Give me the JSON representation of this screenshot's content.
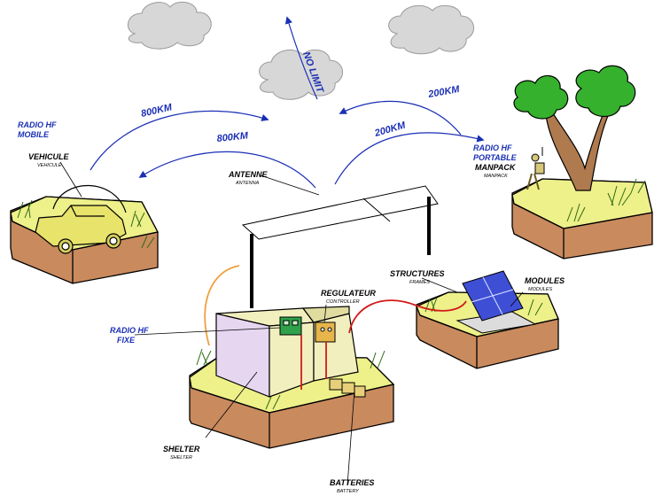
{
  "links": {
    "vehicle_up": "800KM",
    "vehicle_down": "800KM",
    "sky": "NO LIMIT",
    "portable_up": "200KM",
    "portable_down": "200KM"
  },
  "labels": {
    "radio_mobile_1": "RADIO HF",
    "radio_mobile_2": "MOBILE",
    "vehicle": "VEHICULE",
    "vehicle_sub": "VEHICULE",
    "antenna": "ANTENNE",
    "antenna_sub": "ANTENNA",
    "radio_portable_1": "RADIO HF",
    "radio_portable_2": "PORTABLE",
    "manpack": "MANPACK",
    "manpack_sub": "MANPACK",
    "structures": "STRUCTURES",
    "structures_sub": "FRAMES",
    "modules": "MODULES",
    "modules_sub": "MODULES",
    "regulator": "REGULATEUR",
    "regulator_sub": "CONTROLLER",
    "radio_fixed_1": "RADIO HF",
    "radio_fixed_2": "FIXE",
    "shelter": "SHELTER",
    "shelter_sub": "SHELTER",
    "batteries": "BATTERIES",
    "batteries_sub": "BATTERY"
  },
  "colors": {
    "link_blue": "#1a2fb5",
    "ground_top": "#eef08a",
    "ground_side": "#c98a5e",
    "grass": "#4f9e2a",
    "tree_leaves": "#35b12d",
    "tree_trunk": "#b07a4f",
    "cloud": "#d7d7d7",
    "shelter_wall": "#f2efbe",
    "solar_panel": "#3e4fd6",
    "cable_red": "#d21a1a",
    "cable_orange": "#f0a040",
    "vehicle_body": "#e8e36b"
  }
}
